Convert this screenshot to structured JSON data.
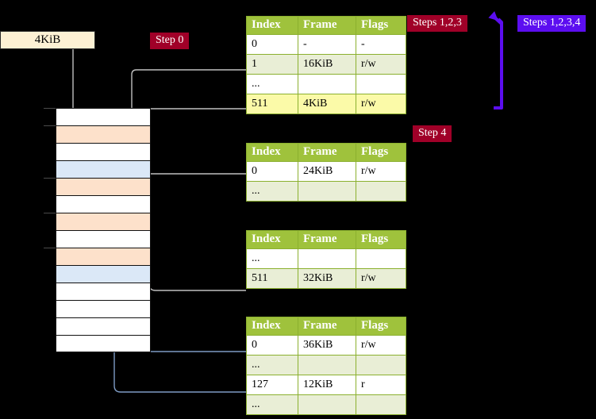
{
  "diagram": {
    "title_frame_box": "4KiB",
    "badges": {
      "step0": "Step 0",
      "step4": "Step 4",
      "steps123": "Steps 1,2,3",
      "steps1234": "Steps 1,2,3,4"
    },
    "colors": {
      "background": "#000000",
      "table_header": "#9fc23c",
      "table_row_alt": "#e9eed6",
      "highlight": "#fbfaa8",
      "badge_red": "#a00028",
      "badge_blue": "#5c0ef0",
      "frame_box": "#fdf1d4",
      "mem_peach": "#fde1cb",
      "mem_blue": "#dbe8f7",
      "wire_gray": "#b3b3b3",
      "wire_blue": "#7e9bc4",
      "arrow_blue": "#5c0ef0"
    },
    "columns": [
      "Index",
      "Frame",
      "Flags"
    ],
    "tables": [
      {
        "name": "pml4",
        "rows": [
          {
            "index": "0",
            "frame": "-",
            "flags": "-",
            "style": "plain",
            "highlight": false
          },
          {
            "index": "1",
            "frame": "16KiB",
            "flags": "r/w",
            "style": "alt",
            "highlight": false
          },
          {
            "index": "...",
            "frame": "",
            "flags": "",
            "style": "plain",
            "highlight": false
          },
          {
            "index": "511",
            "frame": "4KiB",
            "flags": "r/w",
            "style": "alt",
            "highlight": true
          }
        ]
      },
      {
        "name": "pdpt",
        "rows": [
          {
            "index": "0",
            "frame": "24KiB",
            "flags": "r/w",
            "style": "plain",
            "highlight": false
          },
          {
            "index": "...",
            "frame": "",
            "flags": "",
            "style": "alt",
            "highlight": false
          }
        ]
      },
      {
        "name": "pd",
        "rows": [
          {
            "index": "...",
            "frame": "",
            "flags": "",
            "style": "plain",
            "highlight": false
          },
          {
            "index": "511",
            "frame": "32KiB",
            "flags": "r/w",
            "style": "alt",
            "highlight": false
          }
        ]
      },
      {
        "name": "pt",
        "rows": [
          {
            "index": "0",
            "frame": "36KiB",
            "flags": "r/w",
            "style": "plain",
            "highlight": false
          },
          {
            "index": "...",
            "frame": "",
            "flags": "",
            "style": "alt",
            "highlight": false
          },
          {
            "index": "127",
            "frame": "12KiB",
            "flags": "r",
            "style": "plain",
            "highlight": false
          },
          {
            "index": "...",
            "frame": "",
            "flags": "",
            "style": "alt",
            "highlight": false
          }
        ]
      }
    ],
    "memory_column": {
      "rows": [
        {
          "fill": "white",
          "tick": true
        },
        {
          "fill": "peach",
          "tick": true
        },
        {
          "fill": "white",
          "tick": false
        },
        {
          "fill": "blue",
          "tick": false
        },
        {
          "fill": "peach",
          "tick": true
        },
        {
          "fill": "white",
          "tick": false
        },
        {
          "fill": "peach",
          "tick": true
        },
        {
          "fill": "white",
          "tick": false
        },
        {
          "fill": "peach",
          "tick": true
        },
        {
          "fill": "blue",
          "tick": false
        },
        {
          "fill": "white",
          "tick": false
        },
        {
          "fill": "white",
          "tick": false
        },
        {
          "fill": "white",
          "tick": false
        },
        {
          "fill": "white",
          "tick": false
        }
      ]
    }
  }
}
